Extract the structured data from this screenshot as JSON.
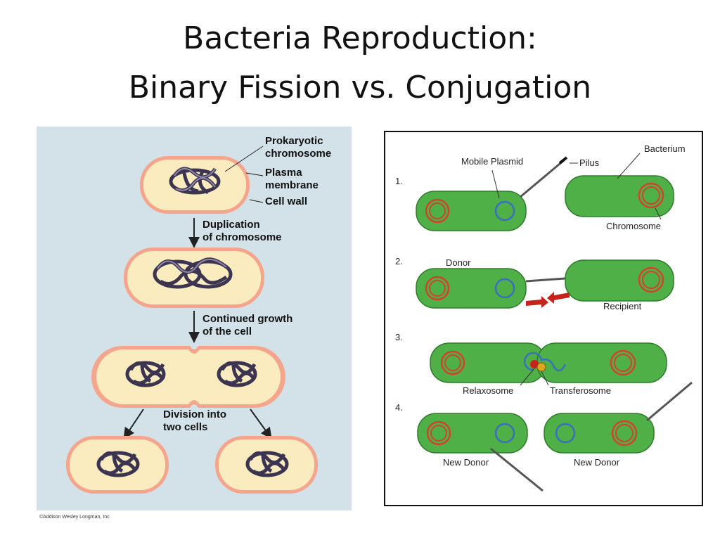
{
  "title": {
    "line1": "Bacteria Reproduction:",
    "line2": "Binary Fission vs. Conjugation"
  },
  "binary_fission": {
    "labels": {
      "prokaryotic": "Prokaryotic",
      "chromosome": "chromosome",
      "plasma": "Plasma",
      "membrane": "membrane",
      "cell_wall": "Cell wall"
    },
    "steps": [
      {
        "line1": "Duplication",
        "line2": "of chromosome"
      },
      {
        "line1": "Continued growth",
        "line2": "of the cell"
      },
      {
        "line1": "Division into",
        "line2": "two cells"
      }
    ],
    "copyright": "©Addison Wesley Longman, Inc."
  },
  "conjugation": {
    "step_numbers": [
      "1.",
      "2.",
      "3.",
      "4."
    ],
    "labels": {
      "mobile_plasmid": "Mobile Plasmid",
      "pilus": "Pilus",
      "bacterium": "Bacterium",
      "chromosome": "Chromosome",
      "donor": "Donor",
      "recipient": "Recipient",
      "relaxosome": "Relaxosome",
      "transferosome": "Transferosome",
      "new_donor_left": "New Donor",
      "new_donor_right": "New Donor"
    },
    "colors": {
      "cell": "#4fb047",
      "chromosome": "#d2432b",
      "plasmid": "#3a6fbf",
      "arrow": "#c8221c"
    }
  }
}
